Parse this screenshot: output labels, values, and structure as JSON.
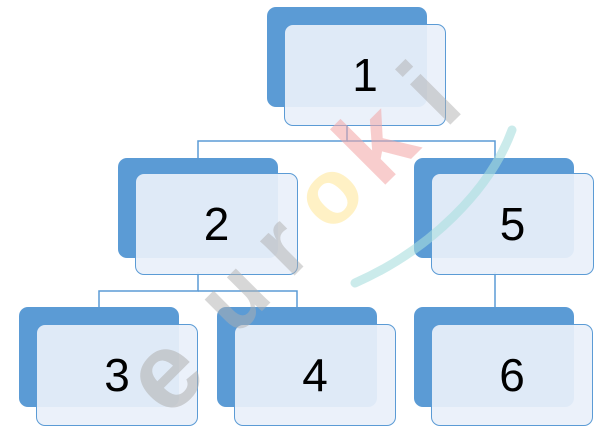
{
  "nodes": [
    {
      "id": "n1",
      "label": "1"
    },
    {
      "id": "n2",
      "label": "2"
    },
    {
      "id": "n5",
      "label": "5"
    },
    {
      "id": "n3",
      "label": "3"
    },
    {
      "id": "n4",
      "label": "4"
    },
    {
      "id": "n6",
      "label": "6"
    }
  ],
  "edges": [
    {
      "from": "1",
      "to": "2"
    },
    {
      "from": "1",
      "to": "5"
    },
    {
      "from": "2",
      "to": "3"
    },
    {
      "from": "2",
      "to": "4"
    },
    {
      "from": "5",
      "to": "6"
    }
  ],
  "watermark": {
    "text": "euroki",
    "colors": {
      "e": "#b0b0b0",
      "u": "#b0b0b0",
      "r": "#b0b0b0",
      "o": "#ffe9a0",
      "k": "#f4a6a6",
      "i": "#b0b0b0",
      "swoosh": "#a8dede"
    }
  },
  "colors": {
    "box_back": "#5b9bd5",
    "box_front": "#e9f0fa",
    "border": "#5b9bd5",
    "connector": "#5b9bd5"
  }
}
